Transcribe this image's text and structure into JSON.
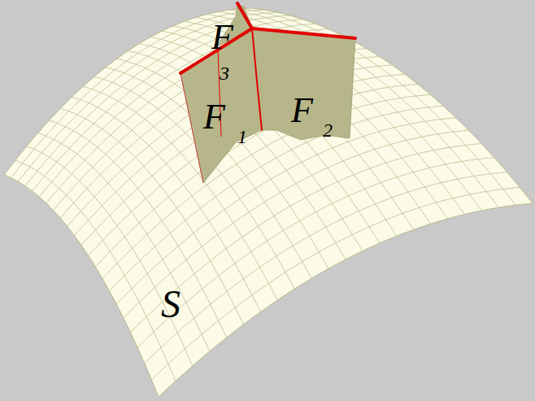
{
  "diagram": {
    "labels": [
      "F",
      "3",
      "F",
      "1",
      "F",
      "2",
      "S"
    ]
  }
}
